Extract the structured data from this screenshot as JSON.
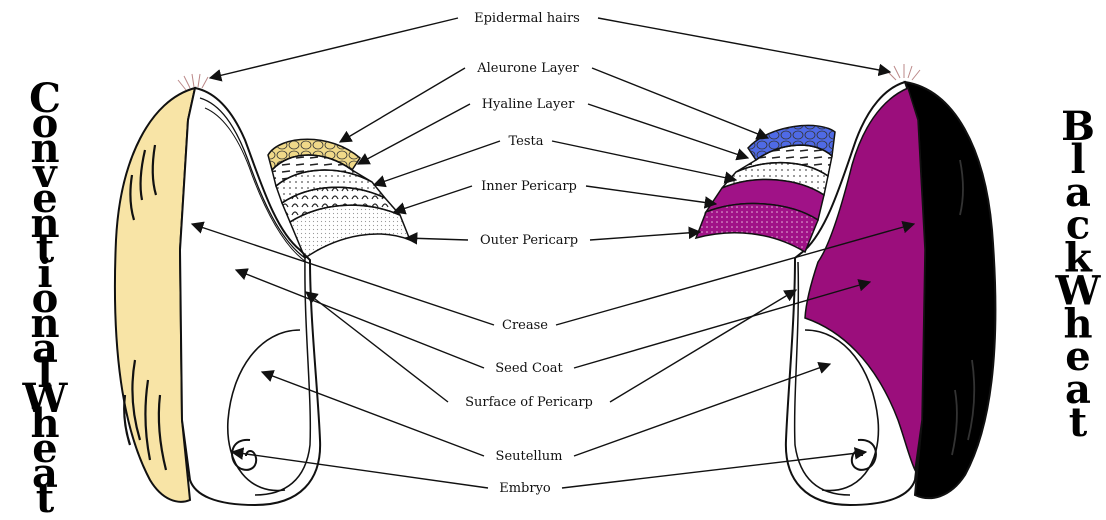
{
  "colors": {
    "conventional_husk": "#f8e4a6",
    "black_husk": "#000000",
    "black_endosperm": "#9b0e7c",
    "aleurone_conventional": "#f0d989",
    "aleurone_black": "#4f6ae6",
    "pericarp_black": "#a01287",
    "outline": "#111111"
  },
  "side_titles": {
    "left": [
      "C",
      "o",
      "n",
      "v",
      "e",
      "n",
      "t",
      "i",
      "o",
      "n",
      "a",
      "l",
      "W",
      "h",
      "e",
      "a",
      "t"
    ],
    "right": [
      "B",
      "l",
      "a",
      "c",
      "k",
      "W",
      "h",
      "e",
      "a",
      "t"
    ]
  },
  "labels": {
    "epidermal_hairs": "Epidermal hairs",
    "aleurone_layer": "Aleurone Layer",
    "hyaline_layer": "Hyaline Layer",
    "testa": "Testa",
    "inner_pericarp": "Inner Pericarp",
    "outer_pericarp": "Outer Pericarp",
    "crease": "Crease",
    "seed_coat": "Seed Coat",
    "surface_of_pericarp": "Surface of Pericarp",
    "scutellum": "Seutellum",
    "embryo": "Embryo"
  }
}
